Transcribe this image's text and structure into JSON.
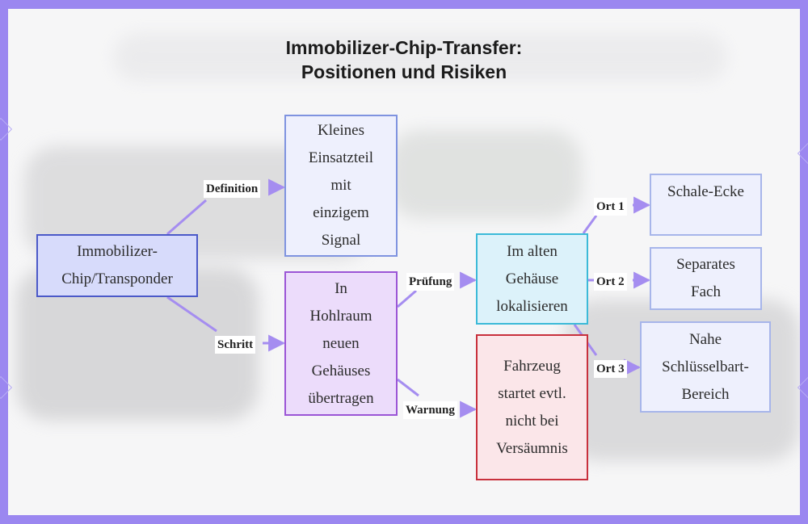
{
  "title": {
    "line1": "Immobilizer-Chip-Transfer:",
    "line2": "Positionen und Risiken"
  },
  "nodes": {
    "root": "Immobilizer-\nChip/Transponder",
    "definition": "Kleines\nEinsatzteil\nmit\neinzigem\nSignal",
    "schritt": "In\nHohlraum\nneuen\nGehäuses\nübertragen",
    "pruefung": "Im alten\nGehäuse\nlokalisieren",
    "warnung": "Fahrzeug\nstartet evtl.\nnicht bei\nVersäumnis",
    "ort1": "Schale-Ecke",
    "ort2": "Separates\nFach",
    "ort3": "Nahe\nSchlüsselbart-\nBereich"
  },
  "edges": {
    "definition": "Definition",
    "schritt": "Schritt",
    "pruefung": "Prüfung",
    "warnung": "Warnung",
    "ort1": "Ort 1",
    "ort2": "Ort 2",
    "ort3": "Ort 3"
  },
  "colors": {
    "background": "#9b87f0",
    "edge": "#a58df0",
    "root_fill": "#d7dbfb",
    "root_border": "#4b59c8",
    "definition_fill": "#eef0fd",
    "definition_border": "#7f93e0",
    "schritt_fill": "#ecdcfb",
    "schritt_border": "#9b55d6",
    "pruefung_fill": "#dcf2fa",
    "pruefung_border": "#3bbad8",
    "warnung_fill": "#fbe6e9",
    "warnung_border": "#c8303c",
    "ort_fill": "#eef0fd",
    "ort_border": "#a7b5ea"
  }
}
